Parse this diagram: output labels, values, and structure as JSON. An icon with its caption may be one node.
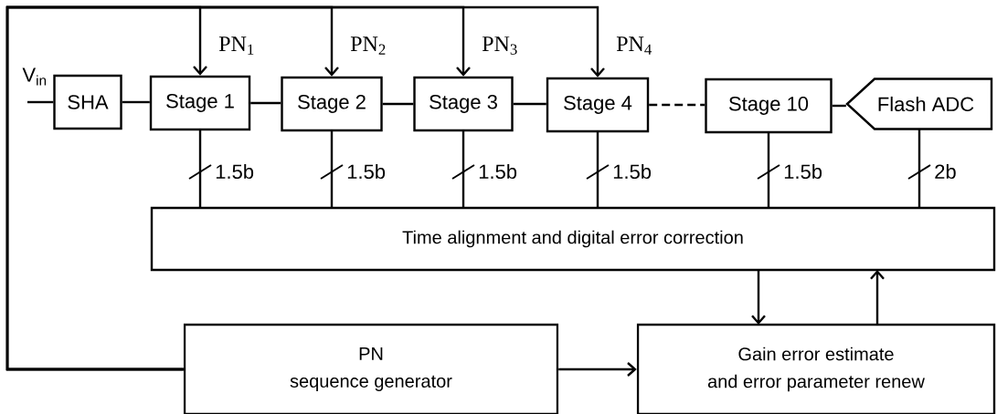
{
  "diagram": {
    "nodes": [
      {
        "text": [
          "SHA"
        ]
      },
      {
        "text": [
          "Stage 1"
        ]
      },
      {
        "text": [
          "Stage 2"
        ]
      },
      {
        "text": [
          "Stage 3"
        ]
      },
      {
        "text": [
          "Stage 4"
        ]
      },
      {
        "text": [
          "Stage 10"
        ]
      },
      {
        "text": [
          "Flash ADC"
        ]
      },
      {
        "text": [
          "Time alignment and digital error correction"
        ]
      },
      {
        "text": [
          "PN",
          "sequence generator"
        ]
      },
      {
        "text": [
          "Gain error estimate",
          "and error parameter renew"
        ]
      }
    ],
    "edges": [
      {
        "from": null,
        "to": 0,
        "arrow": "none"
      },
      {
        "from": 0,
        "to": 1,
        "arrow": "none"
      },
      {
        "from": 1,
        "to": 2,
        "arrow": "none"
      },
      {
        "from": 2,
        "to": 3,
        "arrow": "none"
      },
      {
        "from": 3,
        "to": 4,
        "arrow": "none"
      },
      {
        "from": 4,
        "to": 5,
        "arrow": "none",
        "style": "dashed"
      },
      {
        "from": 5,
        "to": 6,
        "arrow": "none"
      },
      {
        "from": 1,
        "to": 7,
        "arrow": "none",
        "label": "1.5b"
      },
      {
        "from": 2,
        "to": 7,
        "arrow": "none",
        "label": "1.5b"
      },
      {
        "from": 3,
        "to": 7,
        "arrow": "none",
        "label": "1.5b"
      },
      {
        "from": 4,
        "to": 7,
        "arrow": "none",
        "label": "1.5b"
      },
      {
        "from": 5,
        "to": 7,
        "arrow": "none",
        "label": "1.5b"
      },
      {
        "from": 6,
        "to": 7,
        "arrow": "none",
        "label": "2b"
      },
      {
        "from": 7,
        "to": 9,
        "arrow": "to"
      },
      {
        "from": 9,
        "to": 7,
        "arrow": "to"
      },
      {
        "from": 8,
        "to": 9,
        "arrow": "to"
      },
      {
        "from": 8,
        "to": 1,
        "arrow": "to",
        "label": "PN$_{1}$"
      },
      {
        "from": 8,
        "to": 2,
        "arrow": "to",
        "label": "PN$_{2}$"
      },
      {
        "from": 8,
        "to": 3,
        "arrow": "to",
        "label": "PN$_{3}$"
      },
      {
        "from": 8,
        "to": 4,
        "arrow": "to",
        "label": "PN$_{4}$"
      }
    ],
    "labels": [
      "V$_{in}$"
    ]
  }
}
